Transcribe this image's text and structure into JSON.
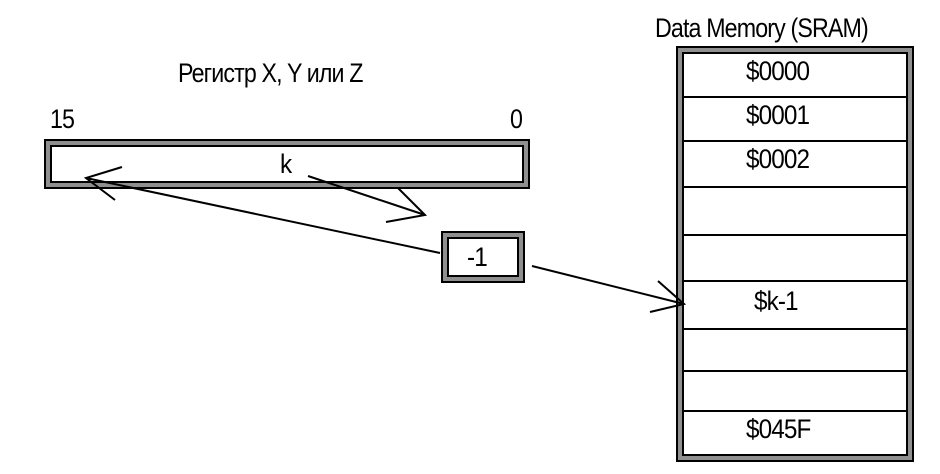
{
  "register": {
    "title": "Регистр X, Y или Z",
    "bit_high": "15",
    "bit_low": "0",
    "value": "k"
  },
  "offset": {
    "value": "-1"
  },
  "memory": {
    "title": "Data Memory (SRAM)",
    "cells": [
      "$0000",
      "$0001",
      "$0002",
      "",
      "",
      "$k-1",
      "",
      "",
      "$045F"
    ]
  },
  "colors": {
    "line": "#000000",
    "bevel": "#8f8f8f",
    "background": "#ffffff"
  }
}
